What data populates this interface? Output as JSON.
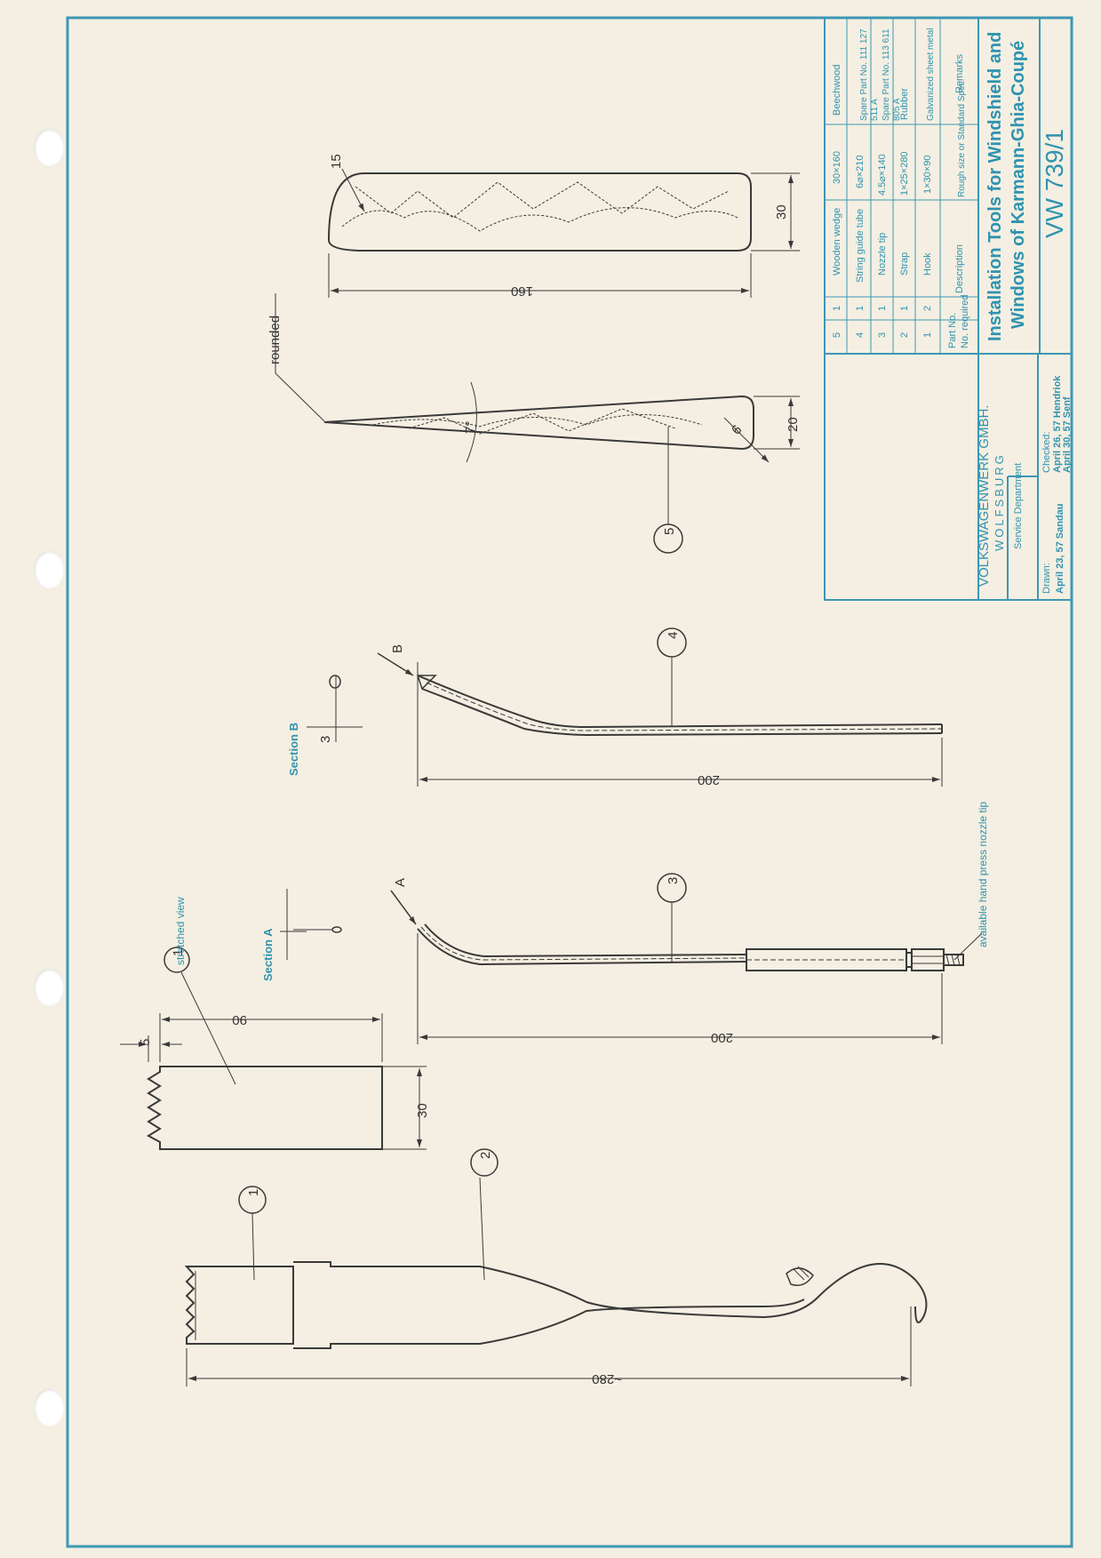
{
  "title_block": {
    "company": "VOLKSWAGENWERK GMBH.",
    "city": "WOLFSBURG",
    "department": "Service Department",
    "drawn_label": "Drawn:",
    "drawn_value": "April 23, 57 Sandau",
    "checked_label": "Checked:",
    "checked_value_1": "April 26, 57 Hendriok",
    "checked_value_2": "April 30, 57 Senf",
    "title_line_1": "Installation Tools for Windshield and",
    "title_line_2": "Windows of Karmann-Ghia-Coupé",
    "drawing_number": "VW 739/1"
  },
  "parts_list": {
    "headers": {
      "part_no": "Part No.",
      "no_required": "No. required",
      "description": "Description",
      "size": "Rough size or Standard Spec.",
      "remarks": "Remarks"
    },
    "rows": [
      {
        "part": "5",
        "qty": "1",
        "desc": "Wooden wedge",
        "size": "30×160",
        "remarks": "Beechwood"
      },
      {
        "part": "4",
        "qty": "1",
        "desc": "String guide tube",
        "size": "6⌀×210",
        "remarks": "Spare Part No. 111 127 511 A"
      },
      {
        "part": "3",
        "qty": "1",
        "desc": "Nozzle tip",
        "size": "4.5⌀×140",
        "remarks": "Spare Part No. 113 611 805 A"
      },
      {
        "part": "2",
        "qty": "1",
        "desc": "Strap",
        "size": "1×25×280",
        "remarks": "Rubber"
      },
      {
        "part": "1",
        "qty": "2",
        "desc": "Hook",
        "size": "1×30×90",
        "remarks": "Galvanized sheet metal"
      }
    ]
  },
  "drawing": {
    "balloons": [
      "1",
      "2",
      "1",
      "3",
      "4",
      "5"
    ],
    "dimensions": {
      "strap_length": "~280",
      "hook_length": "90",
      "hook_width": "30",
      "hook_tooth": "5",
      "nozzle_length": "200",
      "tube_length": "200",
      "wedge_length": "160",
      "wedge_width": "30",
      "wedge_radius": "15",
      "wedge_thickness": "20",
      "wedge_tip_radius": "6",
      "wedge_angle": "7°",
      "section_b_dim": "3"
    },
    "notes": {
      "stretched_view": "stretched view",
      "section_a": "Section A",
      "section_b": "Section B",
      "arrow_a": "A",
      "arrow_b": "B",
      "nozzle_note": "available hand press nozzle tip",
      "rounded": "rounded"
    }
  }
}
